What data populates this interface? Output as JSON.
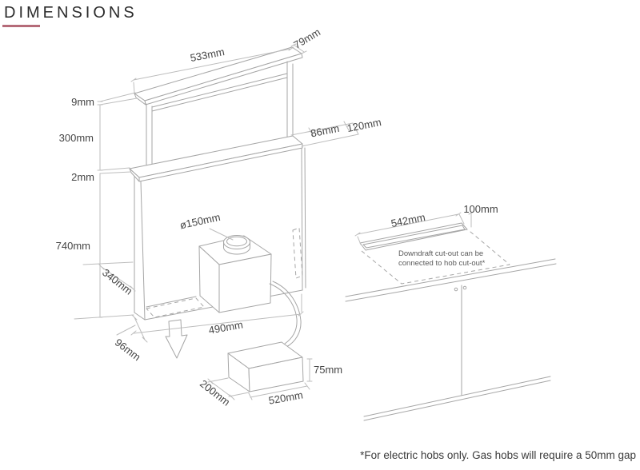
{
  "title": "DIMENSIONS",
  "accent_color": "#b56b79",
  "unit": {
    "top_width": "533mm",
    "top_depth": "79mm",
    "cap_height": "9mm",
    "riser_height": "300mm",
    "gap": "2mm",
    "body_height": "740mm",
    "body_depth": "340mm",
    "base_depth": "96mm",
    "collar_depth": "86mm",
    "collar_total_depth": "120mm",
    "duct_diameter": "ø150mm",
    "body_width": "490mm",
    "motor_box_height": "75mm",
    "motor_box_depth": "200mm",
    "motor_box_width": "520mm"
  },
  "cutout": {
    "width": "542mm",
    "depth": "100mm",
    "note_line1": "Downdraft cut-out can be",
    "note_line2": "connected to hob cut-out*"
  },
  "footnote": "*For electric hobs only. Gas hobs will require a 50mm gap"
}
